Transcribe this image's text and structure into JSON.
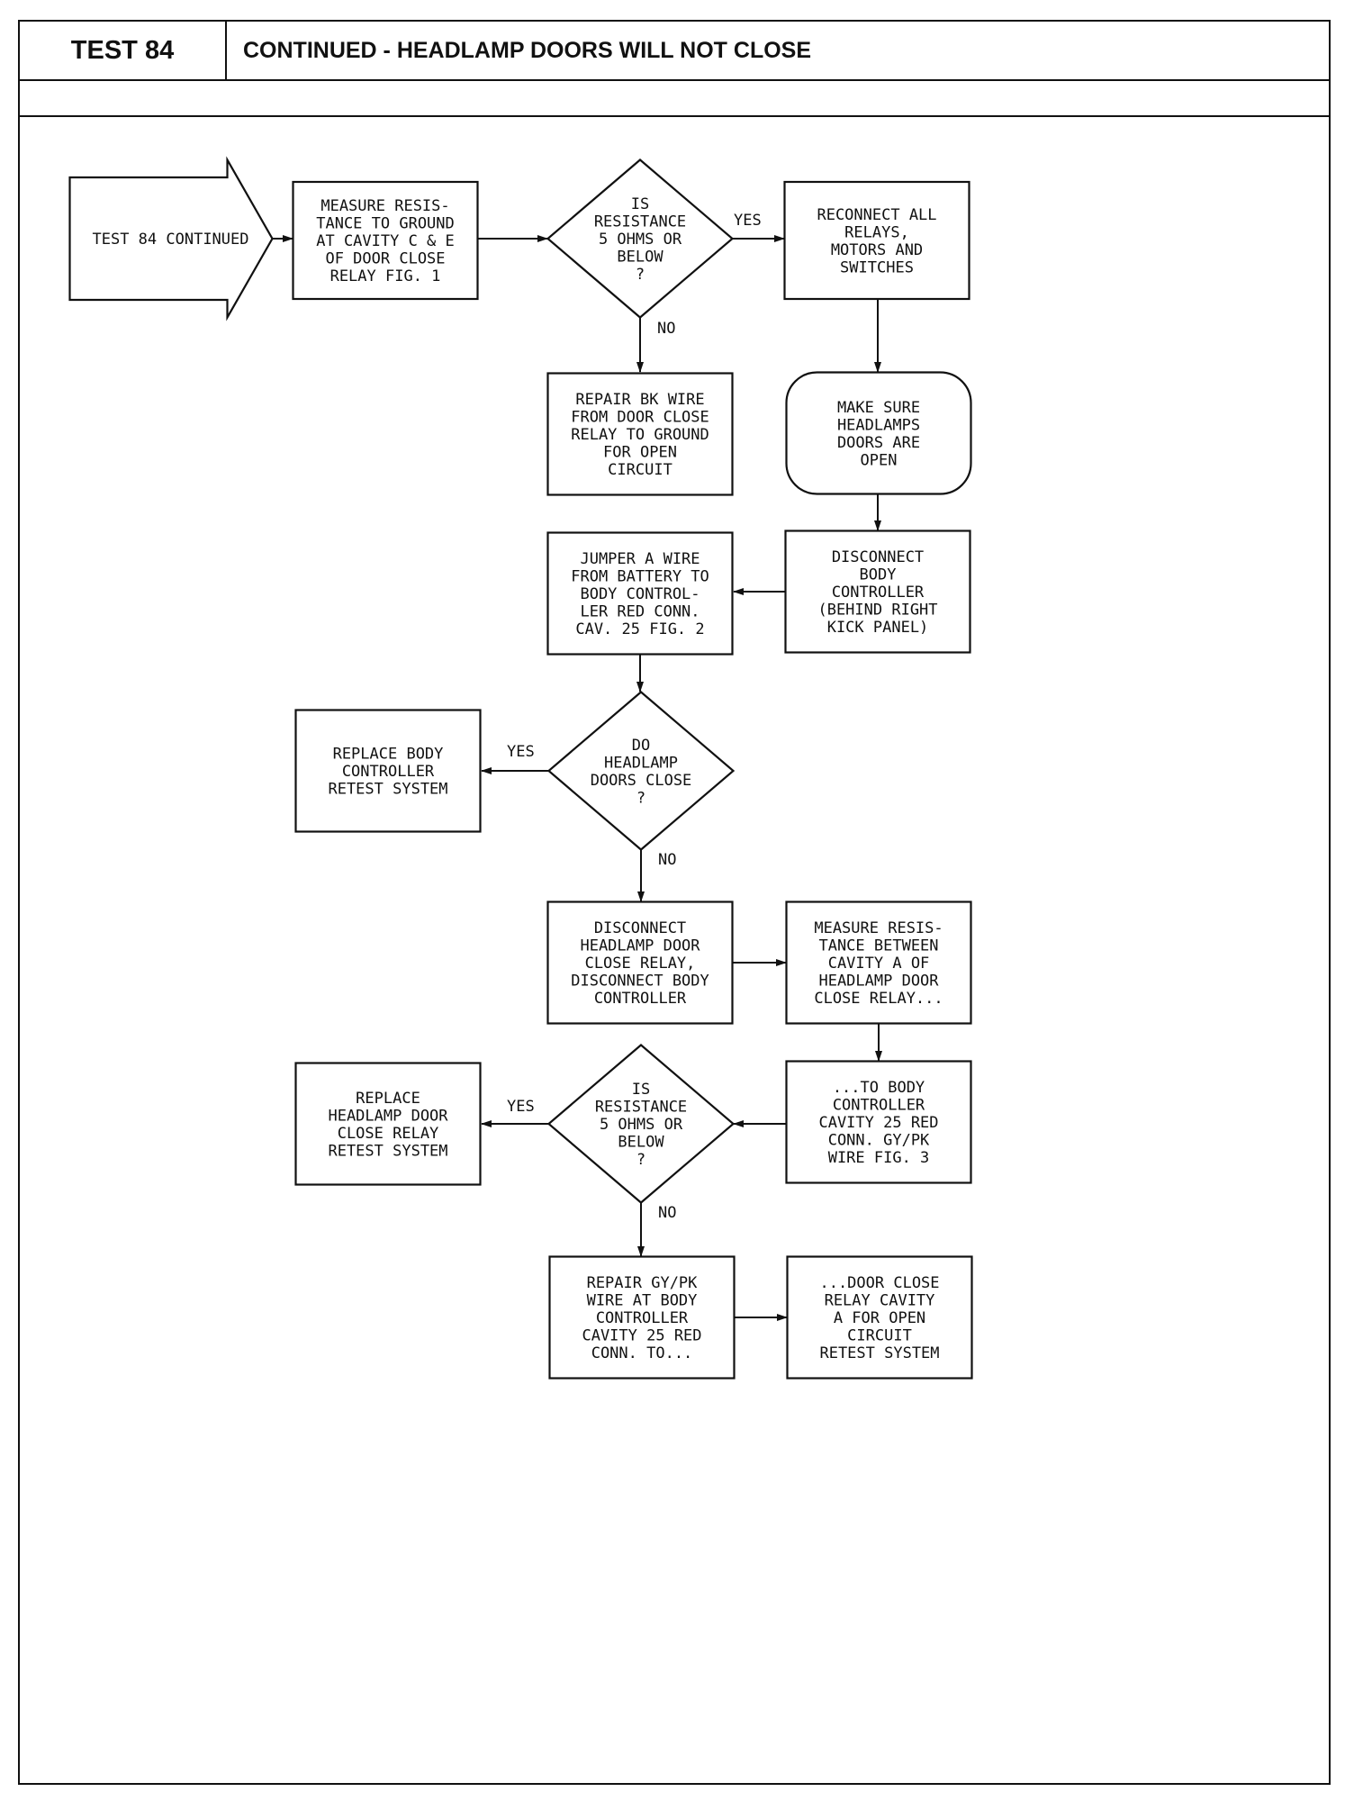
{
  "header": {
    "test_id": "TEST 84",
    "title": "CONTINUED - HEADLAMP DOORS WILL NOT CLOSE"
  },
  "flow": {
    "start": [
      "TEST 84 CONTINUED"
    ],
    "measure1": [
      "MEASURE RESIS-",
      "TANCE TO GROUND",
      "AT CAVITY C & E",
      "OF DOOR CLOSE",
      "RELAY FIG. 1"
    ],
    "q1": [
      "IS",
      "RESISTANCE",
      "5 OHMS OR",
      "BELOW",
      "?"
    ],
    "reconnect": [
      "RECONNECT ALL",
      "RELAYS,",
      "MOTORS AND",
      "SWITCHES"
    ],
    "repair_bk": [
      "REPAIR BK WIRE",
      "FROM DOOR CLOSE",
      "RELAY TO GROUND",
      "FOR OPEN",
      "CIRCUIT"
    ],
    "make_sure": [
      "MAKE SURE",
      "HEADLAMPS",
      "DOORS ARE",
      "OPEN"
    ],
    "disconnect_bc": [
      "DISCONNECT",
      "BODY",
      "CONTROLLER",
      "(BEHIND RIGHT",
      "KICK PANEL)"
    ],
    "jumper": [
      "JUMPER A WIRE",
      "FROM BATTERY TO",
      "BODY CONTROL-",
      "LER RED CONN.",
      "CAV. 25 FIG. 2"
    ],
    "q2": [
      "DO",
      "HEADLAMP",
      "DOORS CLOSE",
      "?"
    ],
    "replace_bc": [
      "REPLACE BODY",
      "CONTROLLER",
      "RETEST SYSTEM"
    ],
    "disconnect_relay": [
      "DISCONNECT",
      "HEADLAMP DOOR",
      "CLOSE RELAY,",
      "DISCONNECT BODY",
      "CONTROLLER"
    ],
    "measure2": [
      "MEASURE RESIS-",
      "TANCE BETWEEN",
      "CAVITY A OF",
      "HEADLAMP DOOR",
      "CLOSE RELAY..."
    ],
    "to_bc": [
      "...TO BODY",
      "CONTROLLER",
      "CAVITY 25 RED",
      "CONN. GY/PK",
      "WIRE FIG. 3"
    ],
    "q3": [
      "IS",
      "RESISTANCE",
      "5 OHMS OR",
      "BELOW",
      "?"
    ],
    "replace_relay": [
      "REPLACE",
      "HEADLAMP DOOR",
      "CLOSE RELAY",
      "RETEST SYSTEM"
    ],
    "repair_gypk": [
      "REPAIR GY/PK",
      "WIRE AT BODY",
      "CONTROLLER",
      "CAVITY 25 RED",
      "CONN. TO..."
    ],
    "door_close": [
      "...DOOR CLOSE",
      "RELAY CAVITY",
      "A FOR OPEN",
      "CIRCUIT",
      "RETEST SYSTEM"
    ],
    "edge_yes": "YES",
    "edge_no": "NO"
  }
}
